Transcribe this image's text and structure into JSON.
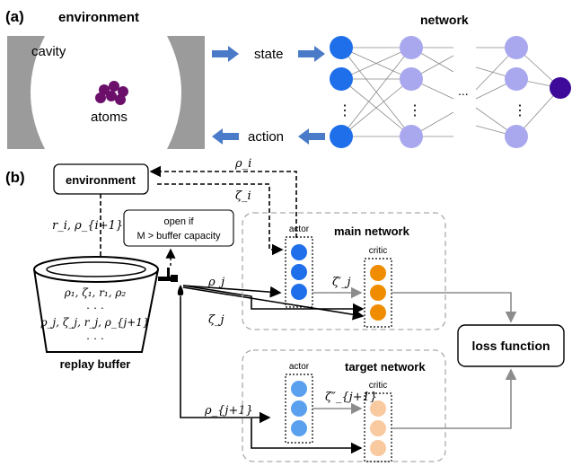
{
  "panel_a": {
    "label": "(a)",
    "environment_title": "environment",
    "cavity_label": "cavity",
    "atoms_label": "atoms",
    "state_label": "state",
    "action_label": "action",
    "network_title": "network",
    "ellipsis_h": "...",
    "ellipsis_v": "⋮",
    "colors": {
      "input": "#1f6fea",
      "hidden": "#a9a8ee",
      "output": "#3d0a99",
      "atoms": "#6b0f6b",
      "mirror": "#9b9b9b",
      "arrow": "#4a7bc8"
    }
  },
  "panel_b": {
    "label": "(b)",
    "environment_box": "environment",
    "rho_i": "ρ_i",
    "zeta_i": "ζ_i",
    "r_rho": "r_i, ρ_{i+1}",
    "open_if_line1": "open if",
    "open_if_line2": "M > buffer capacity",
    "main_network": "main network",
    "target_network": "target network",
    "actor_main": "actor",
    "critic_main": "critic",
    "actor_target": "actor",
    "critic_target": "critic",
    "rho_j": "ρ_j",
    "zeta_j": "ζ_j",
    "zeta_j_prime": "ζ′_j",
    "zeta_j1_dprime": "ζ″_{j+1}",
    "rho_j1": "ρ_{j+1}",
    "buffer_row1": "ρ₁, ζ₁, r₁, ρ₂",
    "buffer_dots": "· · ·",
    "buffer_row2": "ρ_j, ζ_j, r_j, ρ_{j+1}",
    "replay_buffer": "replay buffer",
    "loss_function": "loss function",
    "colors": {
      "actor_main": "#1f6fea",
      "critic_main": "#f08c00",
      "actor_target": "#5aa0ee",
      "critic_target": "#f9c9a0",
      "grey": "#8c8c8c"
    }
  }
}
